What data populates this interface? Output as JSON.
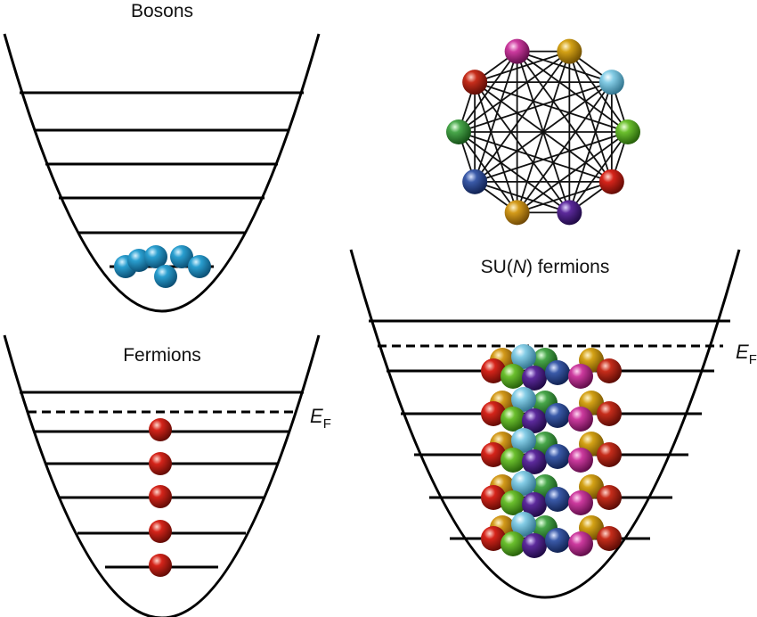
{
  "panels": {
    "bosons": {
      "title": "Bosons"
    },
    "fermions": {
      "title": "Fermions",
      "fermi_main": "E",
      "fermi_sub": "F"
    },
    "sun": {
      "title_pre": "SU(",
      "title_n": "N",
      "title_post": ") fermions",
      "fermi_main": "E",
      "fermi_sub": "F"
    }
  },
  "colors": {
    "boson": "#2a9fd0",
    "fermion": "#cc1e0a",
    "species": [
      "#d5241a",
      "#d39a1a",
      "#6bbf2e",
      "#85cde6",
      "#5c2a9b",
      "#3a5aa8",
      "#48a64a",
      "#d4a216",
      "#cc3a9e",
      "#c62d1b"
    ]
  },
  "network_nodes": [
    {
      "name": "magenta",
      "color": "#cc3a9e"
    },
    {
      "name": "gold",
      "color": "#d4a216"
    },
    {
      "name": "light-blue",
      "color": "#85cde6"
    },
    {
      "name": "green",
      "color": "#6bbf2e"
    },
    {
      "name": "red",
      "color": "#d5241a"
    },
    {
      "name": "purple",
      "color": "#5c2a9b"
    },
    {
      "name": "orange",
      "color": "#d39a1a"
    },
    {
      "name": "blue",
      "color": "#3a5aa8"
    },
    {
      "name": "mid-green",
      "color": "#48a64a"
    },
    {
      "name": "dark-red",
      "color": "#c62d1b"
    }
  ]
}
